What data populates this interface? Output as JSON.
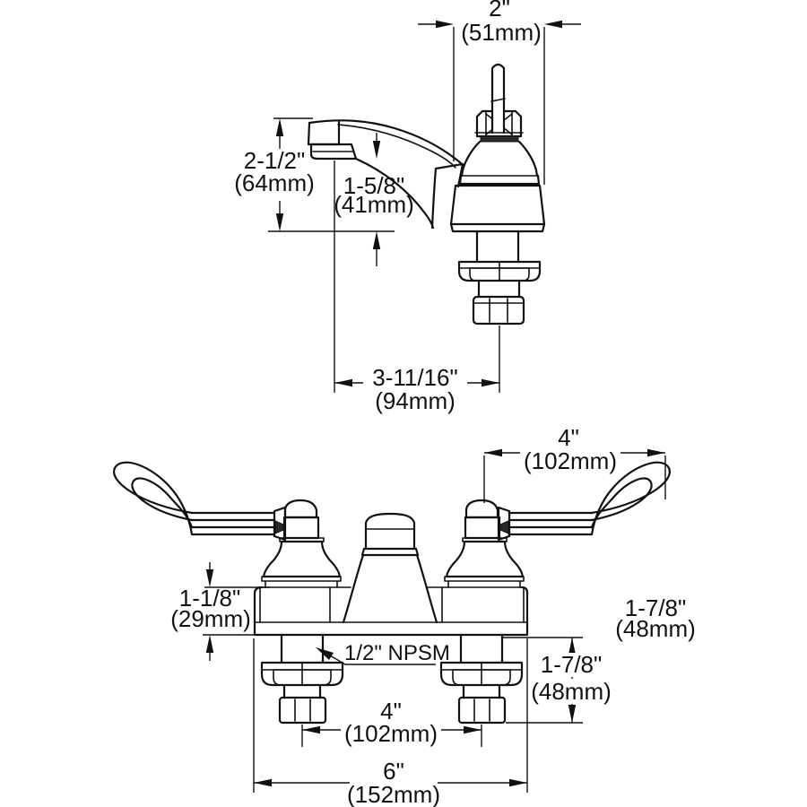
{
  "drawing": {
    "kind": "faucet-dimension-drawing",
    "background": "#ffffff",
    "line_color": "#111111",
    "views": {
      "side": {
        "name": "faucet-side-view"
      },
      "front": {
        "name": "faucet-front-view"
      }
    },
    "dims": {
      "valve_width": {
        "in": "2\"",
        "mm": "(51mm)"
      },
      "spout_height": {
        "in": "2-1/2\"",
        "mm": "(64mm)"
      },
      "spout_outlet_height": {
        "in": "1-5/8\"",
        "mm": "(41mm)"
      },
      "spout_reach": {
        "in": "3-11/16\"",
        "mm": "(94mm)"
      },
      "handle_length": {
        "in": "4\"",
        "mm": "(102mm)"
      },
      "deck_height": {
        "in": "1-1/8\"",
        "mm": "(29mm)"
      },
      "handle_clearance": {
        "in": "1-7/8\"",
        "mm": "(48mm)"
      },
      "shank_length": {
        "in": "1-7/8\"",
        "mm": "(48mm)"
      },
      "thread": {
        "label": "1/2\" NPSM"
      },
      "shank_spacing": {
        "in": "4\"",
        "mm": "(102mm)"
      },
      "overall_width": {
        "in": "6\"",
        "mm": "(152mm)"
      }
    }
  }
}
